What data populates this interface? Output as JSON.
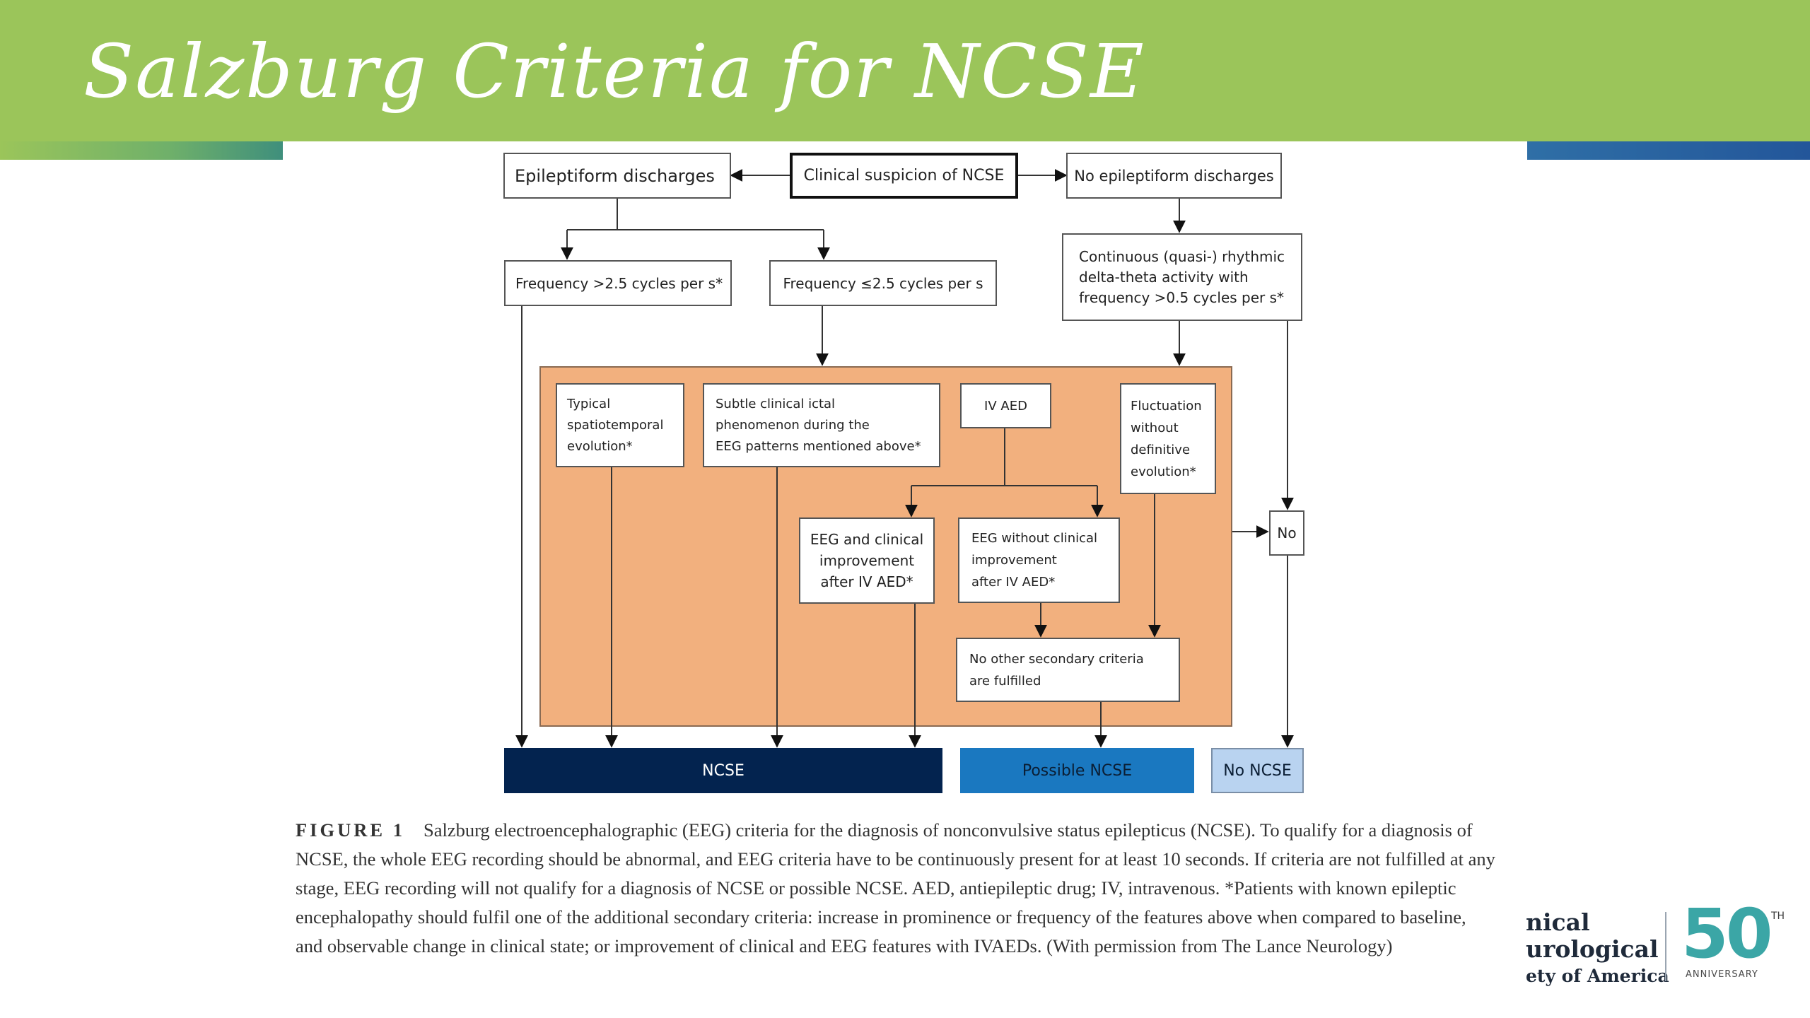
{
  "slide": {
    "title": "Salzburg Criteria for NCSE"
  },
  "flowchart": {
    "nodes": {
      "clinical_suspicion": "Clinical suspicion of NCSE",
      "epileptiform": "Epileptiform discharges",
      "no_epileptiform": "No epileptiform discharges",
      "freq_gt": "Frequency >2.5 cycles per s*",
      "freq_le": "Frequency ≤2.5 cycles per s",
      "continuous": [
        "Continuous (quasi-) rhythmic",
        "delta-theta activity with",
        "frequency >0.5 cycles per s*"
      ],
      "typical": [
        "Typical",
        "spatiotemporal",
        "evolution*"
      ],
      "subtle": [
        "Subtle clinical ictal",
        "phenomenon during the",
        "EEG patterns mentioned above*"
      ],
      "iv_aed": "IV AED",
      "fluctuation": [
        "Fluctuation",
        "without",
        "definitive",
        "evolution*"
      ],
      "eeg_clinical_improvement": [
        "EEG and clinical",
        "improvement",
        "after IV AED*"
      ],
      "eeg_without_improvement": [
        "EEG without clinical",
        "improvement",
        "after IV AED*"
      ],
      "no_other_secondary": [
        "No other secondary criteria",
        "are fulfilled"
      ],
      "no": "No"
    },
    "results": {
      "ncse": "NCSE",
      "possible_ncse": "Possible NCSE",
      "no_ncse": "No NCSE"
    },
    "colors": {
      "ncse": "#03234f",
      "possible_ncse": "#1a78c0",
      "no_ncse": "#b9d3f0",
      "orange_region": "#f2b07e"
    }
  },
  "caption": {
    "label": "FIGURE 1",
    "text": "Salzburg electroencephalographic (EEG) criteria for the diagnosis of nonconvulsive status epilepticus (NCSE). To qualify for a diagnosis of NCSE, the whole EEG recording should be abnormal, and EEG criteria have to be continuously present for at least 10 seconds. If criteria are not fulfilled at any stage, EEG recording will not qualify for a diagnosis of NCSE or possible NCSE. AED, antiepileptic drug; IV, intravenous. *Patients with known epileptic encephalopathy should fulfil one of the additional secondary criteria: increase in prominence or frequency of the features above when compared to baseline, and observable change in clinical state; or improvement of clinical and EEG features with IVAEDs. (With permission from The Lance Neurology)"
  },
  "logo": {
    "line1": "nical",
    "line2": "urological",
    "line3": "ety of America",
    "anniversary_number": "50",
    "anniversary_suffix": "TH",
    "anniversary_label": "ANNIVERSARY",
    "number_color": "#3ba6a6"
  }
}
